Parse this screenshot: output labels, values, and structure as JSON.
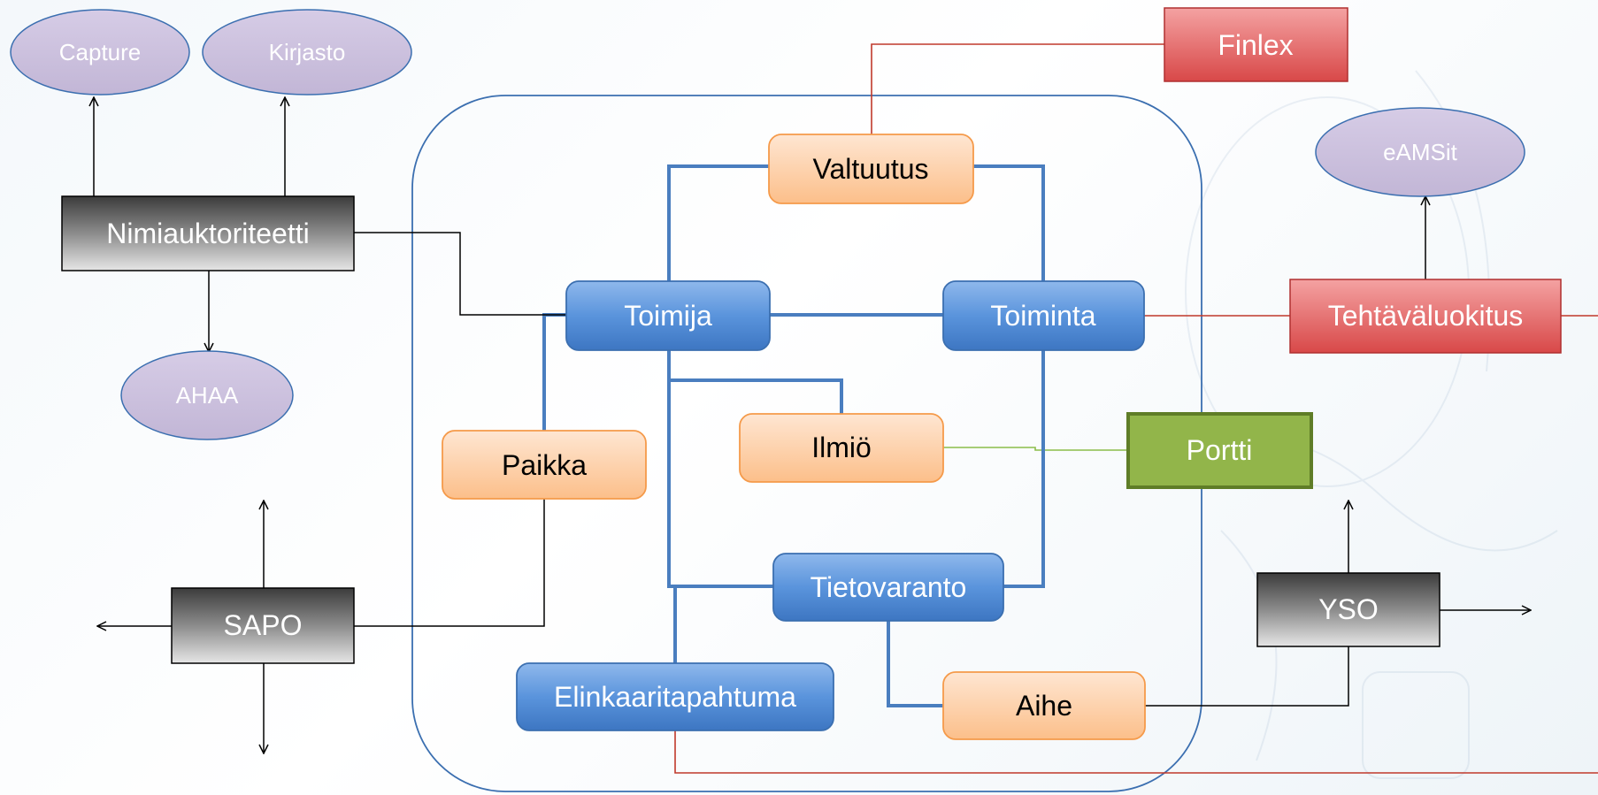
{
  "diagram": {
    "central_entities": {
      "toimija": "Toimija",
      "toiminta": "Toiminta",
      "tietovaranto": "Tietovaranto",
      "elinkaaritapahtuma": "Elinkaaritapahtuma"
    },
    "attributes": {
      "valtuutus": "Valtuutus",
      "paikka": "Paikka",
      "ilmio": "Ilmiö",
      "aihe": "Aihe"
    },
    "external_systems": {
      "nimiauktoriteetti": "Nimiauktoriteetti",
      "sapo": "SAPO",
      "yso": "YSO",
      "finlex": "Finlex",
      "tehtavaluokitus": "Tehtäväluokitus",
      "portti": "Portti"
    },
    "targets": {
      "capture": "Capture",
      "kirjasto": "Kirjasto",
      "ahaa": "AHAA",
      "eamsit": "eAMSit"
    }
  },
  "colors": {
    "blue_entity": "#4a86d4",
    "orange_attribute": "#fcc79a",
    "gray_system": "#4a4a4a",
    "red_system": "#e85a5a",
    "green_system": "#92b54a",
    "purple_target": "#c9bedb",
    "container_border": "#3b6fb0",
    "blue_connector": "#4a7ebf",
    "red_connector": "#c0392b",
    "green_connector": "#8bbd4a"
  }
}
